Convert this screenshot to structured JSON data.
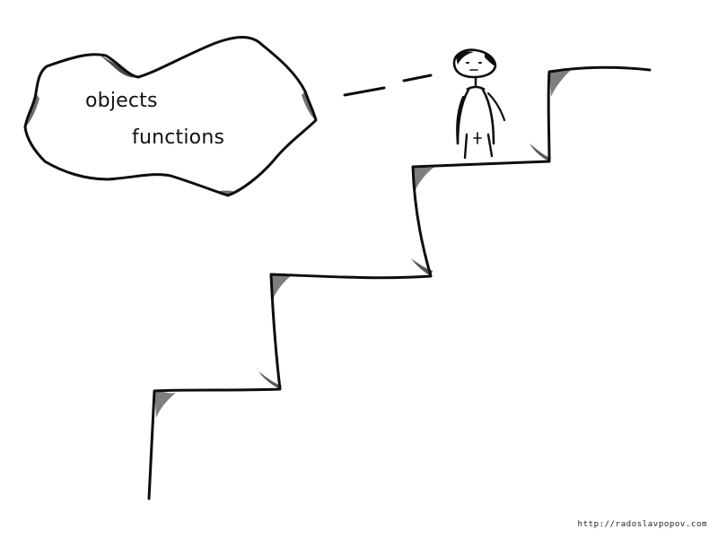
{
  "thought_bubble": {
    "words": [
      "objects",
      "functions"
    ]
  },
  "footer": {
    "url": "http://radoslavpopov.com"
  },
  "colors": {
    "ink": "#111111",
    "background": "#ffffff"
  },
  "icons": {
    "thought_bubble": "thought-cloud",
    "person": "stick-figure",
    "stairs": "staircase"
  }
}
